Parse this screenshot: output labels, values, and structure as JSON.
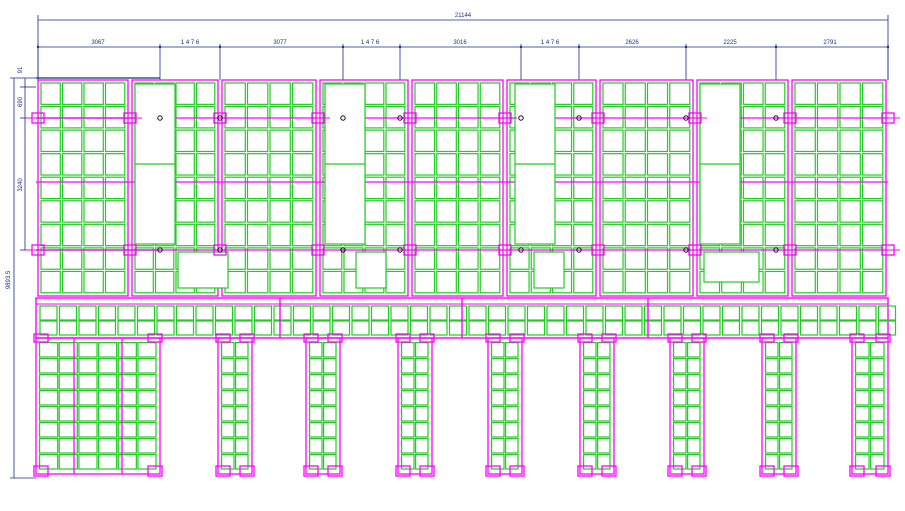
{
  "colors": {
    "background": "#ffffff",
    "formwork_panel": "#22cc22",
    "beam_outline": "#ff00ff",
    "dimension": "#1a2b8c",
    "post": "#111111"
  },
  "dimensions": {
    "overall_width": "21144",
    "top_segments": [
      "3067",
      "1 4 7 6",
      "3077",
      "1 4 7 6",
      "3016",
      "1 4 7 6",
      "2626",
      "2225",
      "2791"
    ],
    "left_segments": [
      "91",
      "690",
      "3240"
    ],
    "overall_height": "9893.5"
  }
}
